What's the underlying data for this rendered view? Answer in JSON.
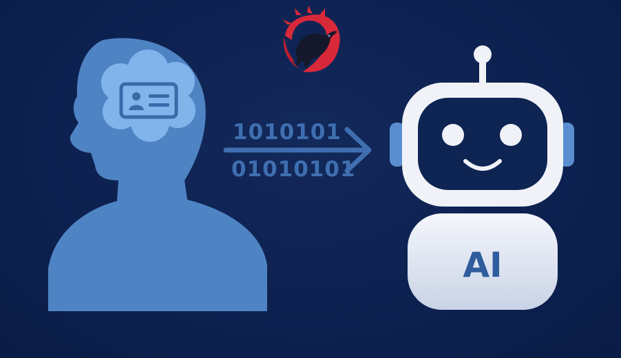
{
  "binary": {
    "line1": "1010101",
    "line2": "01010101"
  },
  "robot": {
    "body_label": "AI"
  },
  "colors": {
    "background": "#0e2452",
    "person": "#4f84c4",
    "cloud": "#82b4ec",
    "robot_white": "#f0f2f8",
    "robot_screen": "#0e2452",
    "accent": "#2f5c9c",
    "logo_red": "#d8293a"
  },
  "icons": {
    "person": "human-head-silhouette-icon",
    "thought": "thought-cloud-icon",
    "id_card": "id-card-icon",
    "arrow": "right-arrow-icon",
    "robot": "robot-icon",
    "logo": "raven-logo-icon"
  }
}
